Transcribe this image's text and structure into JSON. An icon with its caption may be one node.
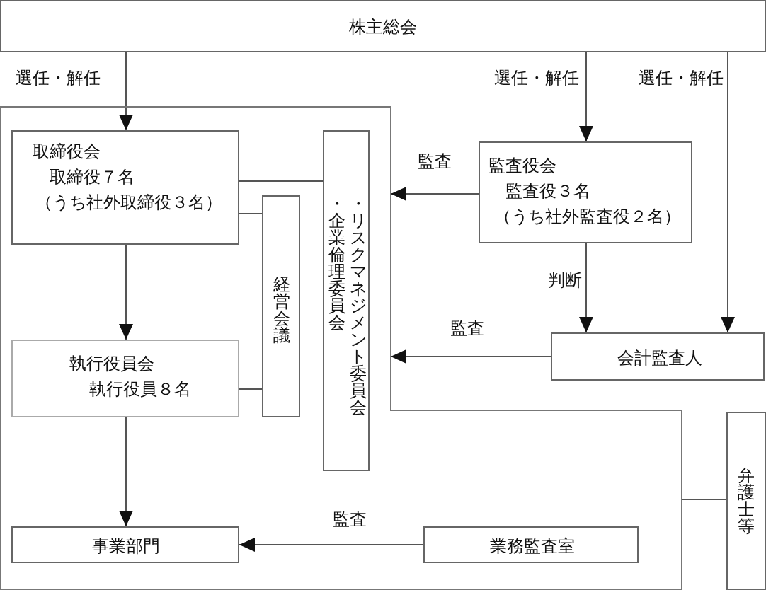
{
  "diagram": {
    "nodes": [
      {
        "text": [
          "株主総会"
        ]
      },
      {
        "text": [],
        "shape": "box"
      },
      {
        "text": [
          "取締役会",
          "取締役７名",
          "（うち社外取締役３名）"
        ],
        "in": 1
      },
      {
        "text": [
          "経営会議"
        ],
        "in": 1
      },
      {
        "text": [
          "・企業倫理委員会",
          "・リスクマネジメント委員会"
        ],
        "in": 1
      },
      {
        "text": [
          "監査役会",
          "監査役３名",
          "（うち社外監査役２名）"
        ]
      },
      {
        "text": [
          "執行役員会",
          "執行役員８名"
        ],
        "in": 1
      },
      {
        "text": [
          "会計監査人"
        ]
      },
      {
        "text": [
          "事業部門"
        ],
        "in": 1
      },
      {
        "text": [
          "業務監査室"
        ],
        "in": 1
      },
      {
        "text": [
          "弁護士等"
        ]
      }
    ],
    "edges": [
      {
        "from": 0,
        "to": 2,
        "arrow": "to",
        "label": "選任・解任"
      },
      {
        "from": 0,
        "to": 5,
        "arrow": "to",
        "label": "選任・解任"
      },
      {
        "from": 0,
        "to": 7,
        "arrow": "to",
        "label": "選任・解任"
      },
      {
        "from": 5,
        "to": 1,
        "arrow": "to",
        "label": "監査"
      },
      {
        "from": 5,
        "to": 7,
        "arrow": "to",
        "label": "判断"
      },
      {
        "from": 7,
        "to": 1,
        "arrow": "to",
        "label": "監査"
      },
      {
        "from": 2,
        "to": 6,
        "arrow": "to"
      },
      {
        "from": 6,
        "to": 8,
        "arrow": "to"
      },
      {
        "from": 9,
        "to": 8,
        "arrow": "to",
        "label": "監査"
      },
      {
        "from": 2,
        "to": 4,
        "arrow": "none"
      },
      {
        "from": 2,
        "to": 3,
        "arrow": "none"
      },
      {
        "from": 6,
        "to": 3,
        "arrow": "none"
      },
      {
        "from": 1,
        "to": 10,
        "arrow": "none"
      }
    ]
  }
}
